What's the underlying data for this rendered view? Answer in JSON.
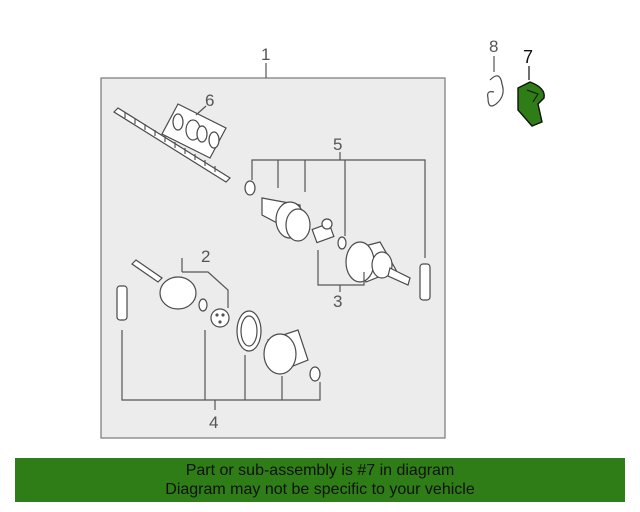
{
  "diagram": {
    "callouts": {
      "c1": "1",
      "c2": "2",
      "c3": "3",
      "c4": "4",
      "c5": "5",
      "c6": "6",
      "c7": "7",
      "c8": "8"
    },
    "highlighted_part": "7",
    "highlight_color": "#2e7d16",
    "panel_color": "#ececec"
  },
  "banner": {
    "line1": "Part or sub-assembly is #7 in diagram",
    "line2": "Diagram may not be specific to your vehicle",
    "background": "#2e7d16"
  }
}
